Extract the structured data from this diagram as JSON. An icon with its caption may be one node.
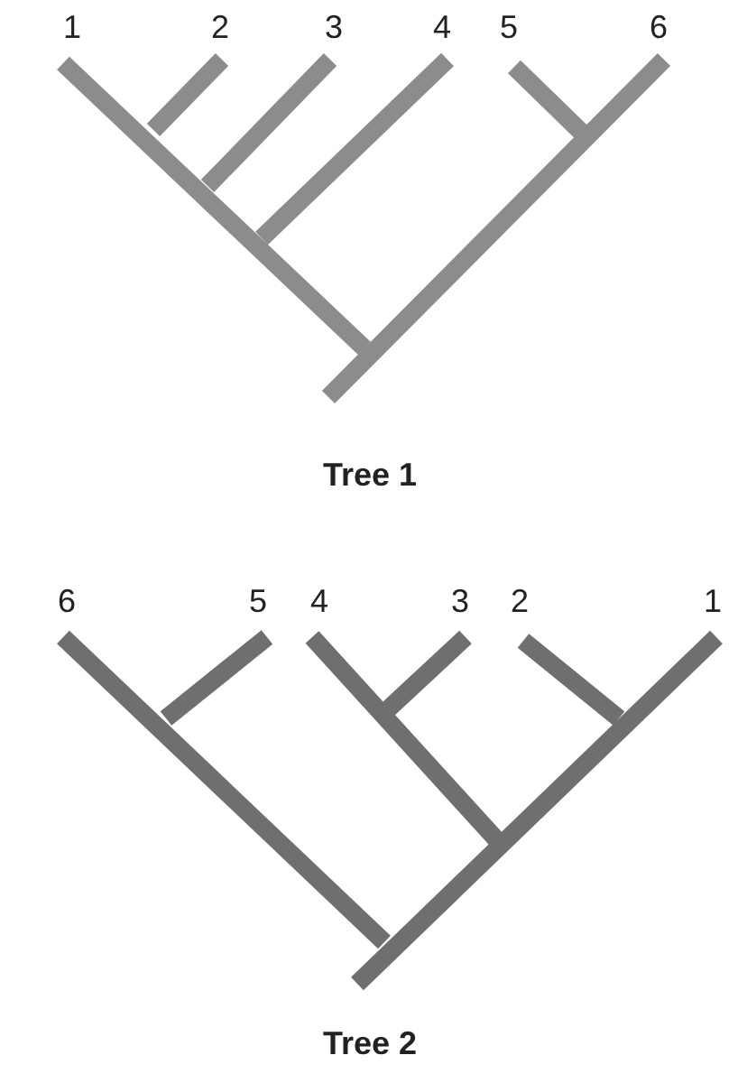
{
  "diagram": {
    "labels": [
      "1",
      "2",
      "3",
      "4",
      "5",
      "6",
      "Tree 1",
      "6",
      "5",
      "4",
      "3",
      "2",
      "1",
      "Tree 2"
    ]
  }
}
